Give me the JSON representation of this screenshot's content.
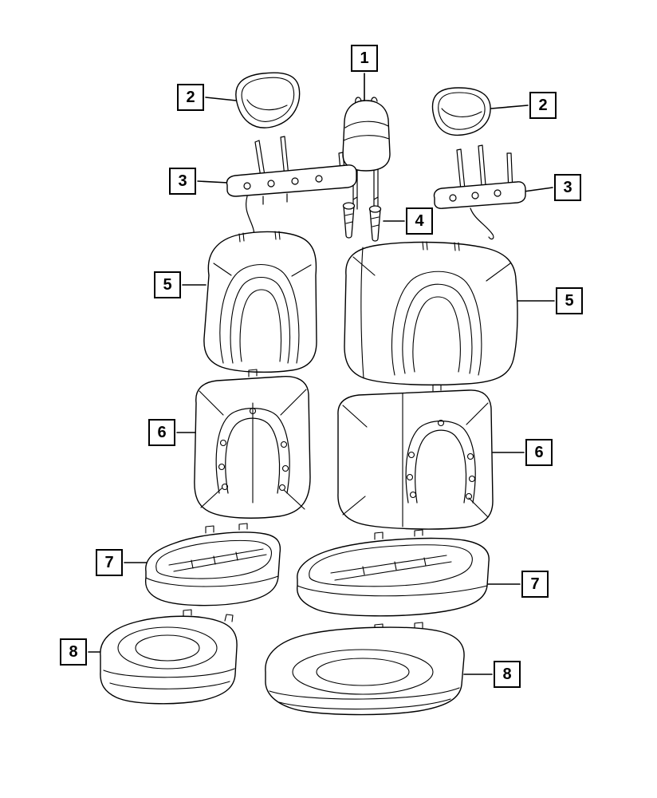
{
  "diagram": {
    "colors": {
      "line": "#000000",
      "background": "#ffffff"
    },
    "callouts": [
      {
        "id": "1",
        "label": "1"
      },
      {
        "id": "2-left",
        "label": "2"
      },
      {
        "id": "2-right",
        "label": "2"
      },
      {
        "id": "3-left",
        "label": "3"
      },
      {
        "id": "3-right",
        "label": "3"
      },
      {
        "id": "4",
        "label": "4"
      },
      {
        "id": "5-left",
        "label": "5"
      },
      {
        "id": "5-right",
        "label": "5"
      },
      {
        "id": "6-left",
        "label": "6"
      },
      {
        "id": "6-right",
        "label": "6"
      },
      {
        "id": "7-left",
        "label": "7"
      },
      {
        "id": "7-right",
        "label": "7"
      },
      {
        "id": "8-left",
        "label": "8"
      },
      {
        "id": "8-right",
        "label": "8"
      }
    ]
  }
}
